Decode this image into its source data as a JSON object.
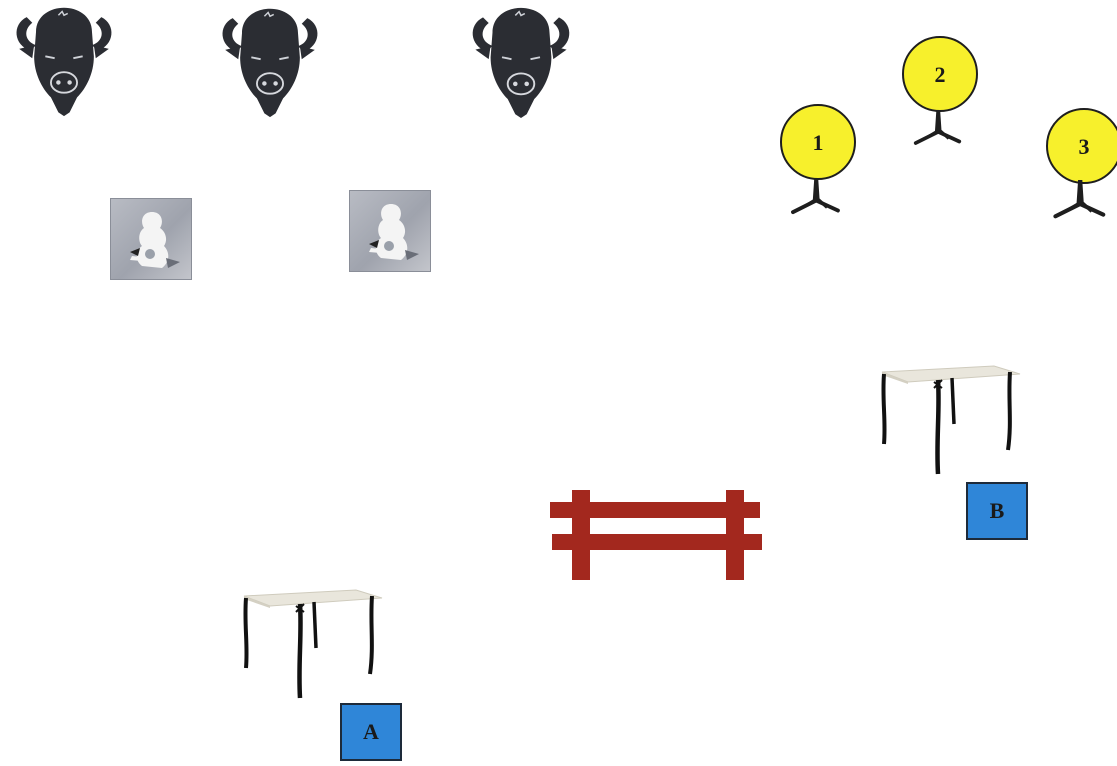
{
  "targets": [
    {
      "label": "1"
    },
    {
      "label": "2"
    },
    {
      "label": "3"
    }
  ],
  "stations": [
    {
      "label": "A"
    },
    {
      "label": "B"
    }
  ],
  "colors": {
    "bison": "#2b2d33",
    "target_fill": "#f7f02c",
    "stand": "#1e1e1e",
    "station_box": "#2f86d8",
    "fence": "#a3281e",
    "table_top": "#e9e6dc"
  },
  "icons": {
    "bison": "bison-head-icon",
    "avatar": "avatar-tile-icon",
    "target": "target-on-stand-icon",
    "table": "folding-table-icon",
    "fence": "fence-icon"
  }
}
